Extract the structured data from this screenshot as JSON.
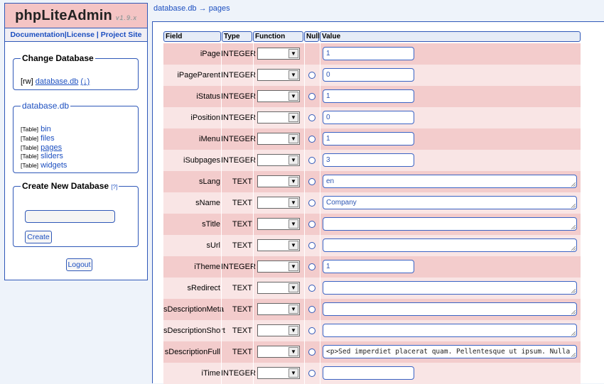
{
  "app": {
    "logo_name": "phpLiteAdmin",
    "logo_version": "v1.9.x"
  },
  "sidebar": {
    "links": {
      "documentation": "Documentation",
      "license": "License",
      "project_site": "Project Site",
      "separator": "|"
    },
    "change_database": {
      "legend": "Change Database",
      "prefix": "[rw]",
      "db_name": "database.db",
      "download": "(↓)"
    },
    "tables_box": {
      "legend": "database.db",
      "items": [
        {
          "tag": "[Table]",
          "name": "bin"
        },
        {
          "tag": "[Table]",
          "name": "files"
        },
        {
          "tag": "[Table]",
          "name": "pages"
        },
        {
          "tag": "[Table]",
          "name": "sliders"
        },
        {
          "tag": "[Table]",
          "name": "widgets"
        }
      ]
    },
    "create_database": {
      "legend": "Create New Database",
      "help": "[?]",
      "input_value": "",
      "button": "Create"
    },
    "logout": "Logout"
  },
  "breadcrumb": {
    "db": "database.db",
    "arrow": "→",
    "table": "pages"
  },
  "grid": {
    "headers": {
      "field": "Field",
      "type": "Type",
      "function": "Function",
      "null": "Null",
      "value": "Value"
    },
    "rows": [
      {
        "field": "iPage",
        "type": "INTEGER",
        "value": "1",
        "kind": "short",
        "has_null": false
      },
      {
        "field": "iPageParent",
        "type": "INTEGER",
        "value": "0",
        "kind": "short",
        "has_null": true
      },
      {
        "field": "iStatus",
        "type": "INTEGER",
        "value": "1",
        "kind": "short",
        "has_null": true
      },
      {
        "field": "iPosition",
        "type": "INTEGER",
        "value": "0",
        "kind": "short",
        "has_null": true
      },
      {
        "field": "iMenu",
        "type": "INTEGER",
        "value": "1",
        "kind": "short",
        "has_null": true
      },
      {
        "field": "iSubpages",
        "type": "INTEGER",
        "value": "3",
        "kind": "short",
        "has_null": true
      },
      {
        "field": "sLang",
        "type": "TEXT",
        "value": "en",
        "kind": "long",
        "has_null": true
      },
      {
        "field": "sName",
        "type": "TEXT",
        "value": "Company",
        "kind": "long",
        "has_null": true
      },
      {
        "field": "sTitle",
        "type": "TEXT",
        "value": "",
        "kind": "long",
        "has_null": true
      },
      {
        "field": "sUrl",
        "type": "TEXT",
        "value": "",
        "kind": "long",
        "has_null": true
      },
      {
        "field": "iTheme",
        "type": "INTEGER",
        "value": "1",
        "kind": "short",
        "has_null": true
      },
      {
        "field": "sRedirect",
        "type": "TEXT",
        "value": "",
        "kind": "long",
        "has_null": true
      },
      {
        "field": "sDescriptionMeta",
        "type": "TEXT",
        "value": "",
        "kind": "long",
        "has_null": true
      },
      {
        "field": "sDescriptionShort",
        "type": "TEXT",
        "value": "",
        "kind": "long",
        "has_null": true
      },
      {
        "field": "sDescriptionFull",
        "type": "TEXT",
        "value": "<p>Sed imperdiet placerat quam. Pellentesque ut ipsum. Nulla",
        "kind": "long",
        "has_null": true,
        "mono": true
      },
      {
        "field": "iTime",
        "type": "INTEGER",
        "value": "",
        "kind": "short",
        "has_null": true
      }
    ]
  }
}
